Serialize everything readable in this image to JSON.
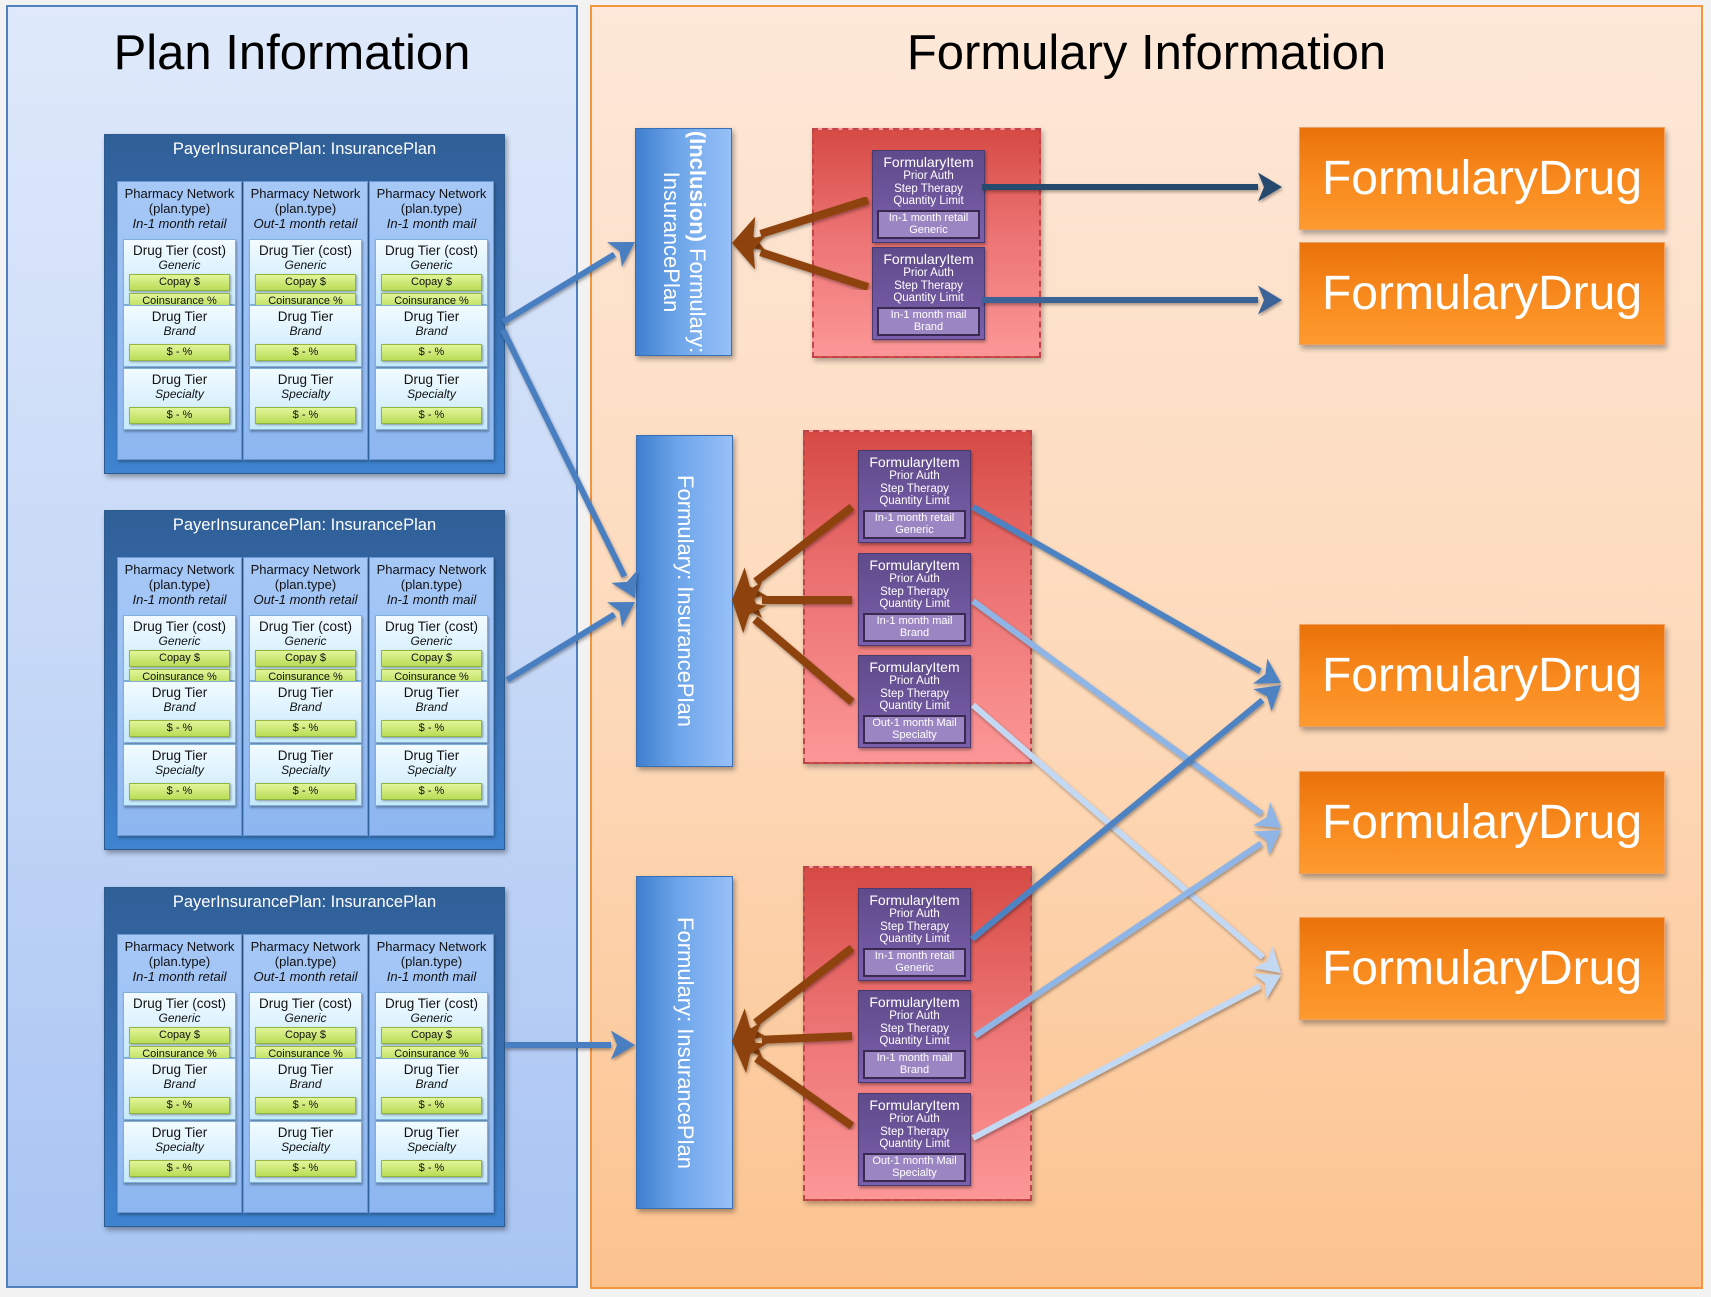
{
  "panels": {
    "plan_title": "Plan Information",
    "formulary_title": "Formulary Information"
  },
  "plans": [
    {
      "title": "PayerInsurancePlan: InsurancePlan",
      "networks": [
        {
          "name": "Pharmacy Network",
          "type_label": "(plan.type)",
          "type": "In-1 month retail",
          "tiers": [
            {
              "name": "Drug Tier (cost)",
              "kind": "Generic",
              "costs": [
                "Copay $",
                "Coinsurance %"
              ]
            },
            {
              "name": "Drug Tier",
              "kind": "Brand",
              "costs": [
                "$ - %"
              ]
            },
            {
              "name": "Drug Tier",
              "kind": "Specialty",
              "costs": [
                "$ - %"
              ]
            }
          ]
        },
        {
          "name": "Pharmacy Network",
          "type_label": "(plan.type)",
          "type": "Out-1 month retail",
          "tiers": [
            {
              "name": "Drug Tier (cost)",
              "kind": "Generic",
              "costs": [
                "Copay $",
                "Coinsurance %"
              ]
            },
            {
              "name": "Drug Tier",
              "kind": "Brand",
              "costs": [
                "$ - %"
              ]
            },
            {
              "name": "Drug Tier",
              "kind": "Specialty",
              "costs": [
                "$ - %"
              ]
            }
          ]
        },
        {
          "name": "Pharmacy Network",
          "type_label": "(plan.type)",
          "type": "In-1 month mail",
          "tiers": [
            {
              "name": "Drug Tier (cost)",
              "kind": "Generic",
              "costs": [
                "Copay $",
                "Coinsurance %"
              ]
            },
            {
              "name": "Drug Tier",
              "kind": "Brand",
              "costs": [
                "$ - %"
              ]
            },
            {
              "name": "Drug Tier",
              "kind": "Specialty",
              "costs": [
                "$ - %"
              ]
            }
          ]
        }
      ]
    },
    {
      "title": "PayerInsurancePlan: InsurancePlan",
      "networks": [
        {
          "name": "Pharmacy Network",
          "type_label": "(plan.type)",
          "type": "In-1 month retail",
          "tiers": [
            {
              "name": "Drug Tier (cost)",
              "kind": "Generic",
              "costs": [
                "Copay $",
                "Coinsurance %"
              ]
            },
            {
              "name": "Drug Tier",
              "kind": "Brand",
              "costs": [
                "$ - %"
              ]
            },
            {
              "name": "Drug Tier",
              "kind": "Specialty",
              "costs": [
                "$ - %"
              ]
            }
          ]
        },
        {
          "name": "Pharmacy Network",
          "type_label": "(plan.type)",
          "type": "Out-1 month retail",
          "tiers": [
            {
              "name": "Drug Tier (cost)",
              "kind": "Generic",
              "costs": [
                "Copay $",
                "Coinsurance %"
              ]
            },
            {
              "name": "Drug Tier",
              "kind": "Brand",
              "costs": [
                "$ - %"
              ]
            },
            {
              "name": "Drug Tier",
              "kind": "Specialty",
              "costs": [
                "$ - %"
              ]
            }
          ]
        },
        {
          "name": "Pharmacy Network",
          "type_label": "(plan.type)",
          "type": "In-1 month mail",
          "tiers": [
            {
              "name": "Drug Tier (cost)",
              "kind": "Generic",
              "costs": [
                "Copay $",
                "Coinsurance %"
              ]
            },
            {
              "name": "Drug Tier",
              "kind": "Brand",
              "costs": [
                "$ - %"
              ]
            },
            {
              "name": "Drug Tier",
              "kind": "Specialty",
              "costs": [
                "$ - %"
              ]
            }
          ]
        }
      ]
    },
    {
      "title": "PayerInsurancePlan: InsurancePlan",
      "networks": [
        {
          "name": "Pharmacy Network",
          "type_label": "(plan.type)",
          "type": "In-1 month retail",
          "tiers": [
            {
              "name": "Drug Tier (cost)",
              "kind": "Generic",
              "costs": [
                "Copay $",
                "Coinsurance %"
              ]
            },
            {
              "name": "Drug Tier",
              "kind": "Brand",
              "costs": [
                "$ - %"
              ]
            },
            {
              "name": "Drug Tier",
              "kind": "Specialty",
              "costs": [
                "$ - %"
              ]
            }
          ]
        },
        {
          "name": "Pharmacy Network",
          "type_label": "(plan.type)",
          "type": "Out-1 month retail",
          "tiers": [
            {
              "name": "Drug Tier (cost)",
              "kind": "Generic",
              "costs": [
                "Copay $",
                "Coinsurance %"
              ]
            },
            {
              "name": "Drug Tier",
              "kind": "Brand",
              "costs": [
                "$ - %"
              ]
            },
            {
              "name": "Drug Tier",
              "kind": "Specialty",
              "costs": [
                "$ - %"
              ]
            }
          ]
        },
        {
          "name": "Pharmacy Network",
          "type_label": "(plan.type)",
          "type": "In-1 month mail",
          "tiers": [
            {
              "name": "Drug Tier (cost)",
              "kind": "Generic",
              "costs": [
                "Copay $",
                "Coinsurance %"
              ]
            },
            {
              "name": "Drug Tier",
              "kind": "Brand",
              "costs": [
                "$ - %"
              ]
            },
            {
              "name": "Drug Tier",
              "kind": "Specialty",
              "costs": [
                "$ - %"
              ]
            }
          ]
        }
      ]
    }
  ],
  "formularies": [
    {
      "label_bold": "(Inclusion)",
      "label_rest": " Formulary:",
      "label_line2": "InsurancePlan",
      "items": [
        {
          "title": "FormularyItem",
          "attrs": [
            "Prior Auth",
            "Step Therapy",
            "Quantity Limit"
          ],
          "tag_line1": "In-1 month retail",
          "tag_line2": "Generic"
        },
        {
          "title": "FormularyItem",
          "attrs": [
            "Prior Auth",
            "Step Therapy",
            "Quantity Limit"
          ],
          "tag_line1": "In-1 month mail",
          "tag_line2": "Brand"
        }
      ]
    },
    {
      "label_bold": "",
      "label_rest": "Formulary: InsurancePlan",
      "label_line2": "",
      "items": [
        {
          "title": "FormularyItem",
          "attrs": [
            "Prior Auth",
            "Step Therapy",
            "Quantity Limit"
          ],
          "tag_line1": "In-1 month retail",
          "tag_line2": "Generic"
        },
        {
          "title": "FormularyItem",
          "attrs": [
            "Prior Auth",
            "Step Therapy",
            "Quantity Limit"
          ],
          "tag_line1": "In-1 month mail",
          "tag_line2": "Brand"
        },
        {
          "title": "FormularyItem",
          "attrs": [
            "Prior Auth",
            "Step Therapy",
            "Quantity Limit"
          ],
          "tag_line1": "Out-1 month Mail",
          "tag_line2": "Specialty"
        }
      ]
    },
    {
      "label_bold": "",
      "label_rest": "Formulary: InsurancePlan",
      "label_line2": "",
      "items": [
        {
          "title": "FormularyItem",
          "attrs": [
            "Prior Auth",
            "Step Therapy",
            "Quantity Limit"
          ],
          "tag_line1": "In-1 month retail",
          "tag_line2": "Generic"
        },
        {
          "title": "FormularyItem",
          "attrs": [
            "Prior Auth",
            "Step Therapy",
            "Quantity Limit"
          ],
          "tag_line1": "In-1 month mail",
          "tag_line2": "Brand"
        },
        {
          "title": "FormularyItem",
          "attrs": [
            "Prior Auth",
            "Step Therapy",
            "Quantity Limit"
          ],
          "tag_line1": "Out-1 month Mail",
          "tag_line2": "Specialty"
        }
      ]
    }
  ],
  "drugs": [
    "FormularyDrug",
    "FormularyDrug",
    "FormularyDrug",
    "FormularyDrug",
    "FormularyDrug"
  ],
  "links": {
    "plan_to_formulary": [
      {
        "from_plan": 1,
        "to_formulary": 1
      },
      {
        "from_plan": 1,
        "to_formulary": 2
      },
      {
        "from_plan": 2,
        "to_formulary": 2
      },
      {
        "from_plan": 3,
        "to_formulary": 3
      }
    ],
    "item_to_formulary": "each FormularyItem points to its Formulary",
    "item_to_drug": [
      {
        "formulary": 1,
        "item": 1,
        "drug": 1
      },
      {
        "formulary": 1,
        "item": 2,
        "drug": 2
      },
      {
        "formulary": 2,
        "item": 1,
        "drug": 3
      },
      {
        "formulary": 2,
        "item": 2,
        "drug": 4
      },
      {
        "formulary": 2,
        "item": 3,
        "drug": 5
      },
      {
        "formulary": 3,
        "item": 1,
        "drug": 3
      },
      {
        "formulary": 3,
        "item": 2,
        "drug": 4
      },
      {
        "formulary": 3,
        "item": 3,
        "drug": 5
      }
    ]
  },
  "colors": {
    "plan_arrow": "#4a7fc1",
    "item_arrow": "#8e4308",
    "drug_arrow_generic": "#4d82c3",
    "drug_arrow_brand": "#8fb5e6",
    "drug_arrow_specialty": "#c3d8f2",
    "drug_arrow_top1": "#274a6e",
    "drug_arrow_top2": "#3a6498"
  }
}
